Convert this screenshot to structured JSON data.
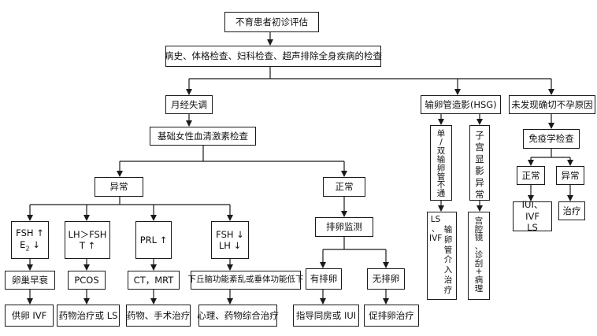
{
  "nodes": {
    "root": "不育患者初诊评估",
    "history_exam": "病史、体格检查、妇科检查、超声排除全身疾病的检查",
    "menstrual_disorder": "月经失调",
    "hsg": "输卵管造影(HSG)",
    "unexplained": "未发现确切不孕原因",
    "basal_hormone": "基础女性血清激素检查",
    "tubal_obstruction": "单\n/\n双\n输\n卵\n管\n不\n通",
    "uterine_abnormal": "子\n宫\n显\n影\n异\n常",
    "immunology": "免疫学检查",
    "abnormal": "异常",
    "normal": "正常",
    "immune_normal": "正常",
    "immune_abnormal": "异常",
    "fsh_high_line1": "FSH ↑",
    "fsh_high_line2": "E",
    "fsh_high_sub": "2",
    "fsh_high_arrow": "↓",
    "pcos_line1": "LH＞FSH",
    "pcos_line2": "T ↑",
    "prl": "PRL ↑",
    "fsh_low_line1": "FSH ↓",
    "fsh_low_line2": "LH ↓",
    "ovulation_monitor": "排卵监测",
    "iui_ivf_ls": "IUI、IVF\nLS",
    "treatment": "治疗",
    "ovarian_failure": "卵巢早衰",
    "pcos": "PCOS",
    "ct_mrt": "CT，MRT",
    "hypothalamic": "下丘脑功能紊乱或垂体功能低下",
    "has_ovulation": "有排卵",
    "no_ovulation": "无排卵",
    "tubal_treatment": "输\n卵\n管\n介\n入\n治\n疗",
    "tubal_ls_ivf": "LS\n、\nIVF",
    "hysteroscopy": "宫\n腔\n镜\n、\n诊\n刮\n+\n病\n理",
    "egg_donation_ivf": "供卵 IVF",
    "drug_or_ls": "药物治疗或 LS",
    "drug_surgery": "药物、手术治疗",
    "psych_drug": "心理、药物综合治疗",
    "guided_intercourse": "指导同房或 IUI",
    "ovulation_induction": "促排卵治疗"
  },
  "colors": {
    "stroke": "#1a1a1a",
    "background": "#ffffff"
  }
}
